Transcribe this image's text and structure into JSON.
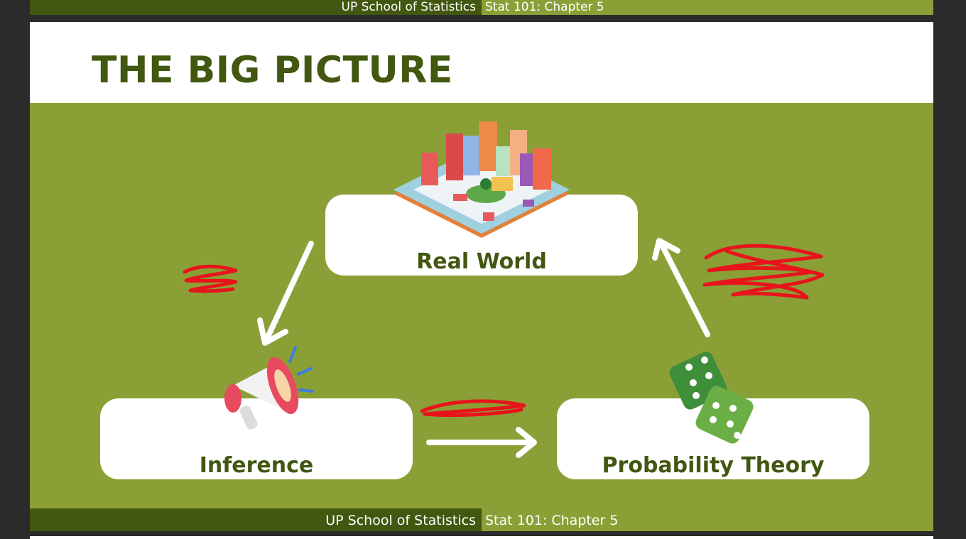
{
  "footer": {
    "school": "UP School of Statistics",
    "course": "Stat 101: Chapter 5"
  },
  "slide": {
    "title": "THE BIG PICTURE",
    "nodes": {
      "real_world": "Real World",
      "inference": "Inference",
      "probability_theory": "Probability Theory"
    }
  },
  "colors": {
    "dark_green": "#425710",
    "olive_green": "#8aa036",
    "white": "#ffffff",
    "scribble_red": "#e8141c"
  },
  "icons": [
    "city-icon",
    "megaphone-icon",
    "dice-icon",
    "arrow-icon"
  ]
}
